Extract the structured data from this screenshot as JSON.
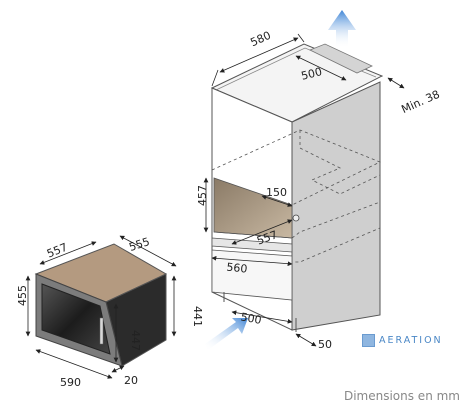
{
  "dimensions": {
    "cab_depth_top": "580",
    "vent_top": "500",
    "min_gap": "Min. 38",
    "niche_height": "457",
    "niche_depth_inner": "150",
    "niche_depth": "557",
    "niche_width": "560",
    "vent_bottom": "500",
    "plinth": "50",
    "app_depth": "557",
    "app_width_top": "555",
    "app_height": "455",
    "app_height_right": "441",
    "app_height_front": "447",
    "app_width": "590",
    "app_trim": "20"
  },
  "legend": {
    "aeration": "AERATION"
  },
  "footer": {
    "units": "Dimensions en mm"
  },
  "colors": {
    "aeration": "#4a87c6",
    "cavity": "#a89886",
    "appliance_top": "#bba28a",
    "appliance_front": "#2a2a2a"
  }
}
